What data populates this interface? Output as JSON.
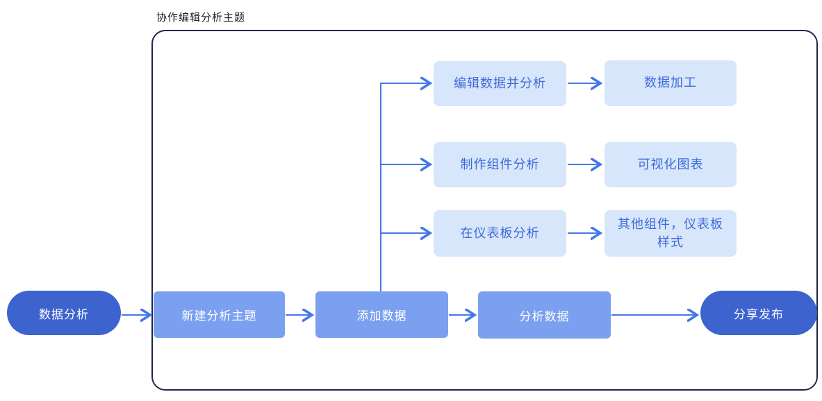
{
  "diagram": {
    "title": "协作编辑分析主题",
    "main_flow": [
      "数据分析",
      "新建分析主题",
      "添加数据",
      "分析数据",
      "分享发布"
    ],
    "branch_rows": [
      {
        "left": "编辑数据并分析",
        "right": "数据加工"
      },
      {
        "left": "制作组件分析",
        "right": "可视化图表"
      },
      {
        "left": "在仪表板分析",
        "right": "其他组件，仪表板样式"
      }
    ],
    "colors": {
      "pill_node": "#3d63ce",
      "solid_node": "#7ba0ef",
      "light_node": "#d8e6fb",
      "light_node_text": "#3d6ad9",
      "connector": "#4577e8",
      "frame_border": "#1e2749",
      "title_text": "#1a1a1a"
    }
  }
}
